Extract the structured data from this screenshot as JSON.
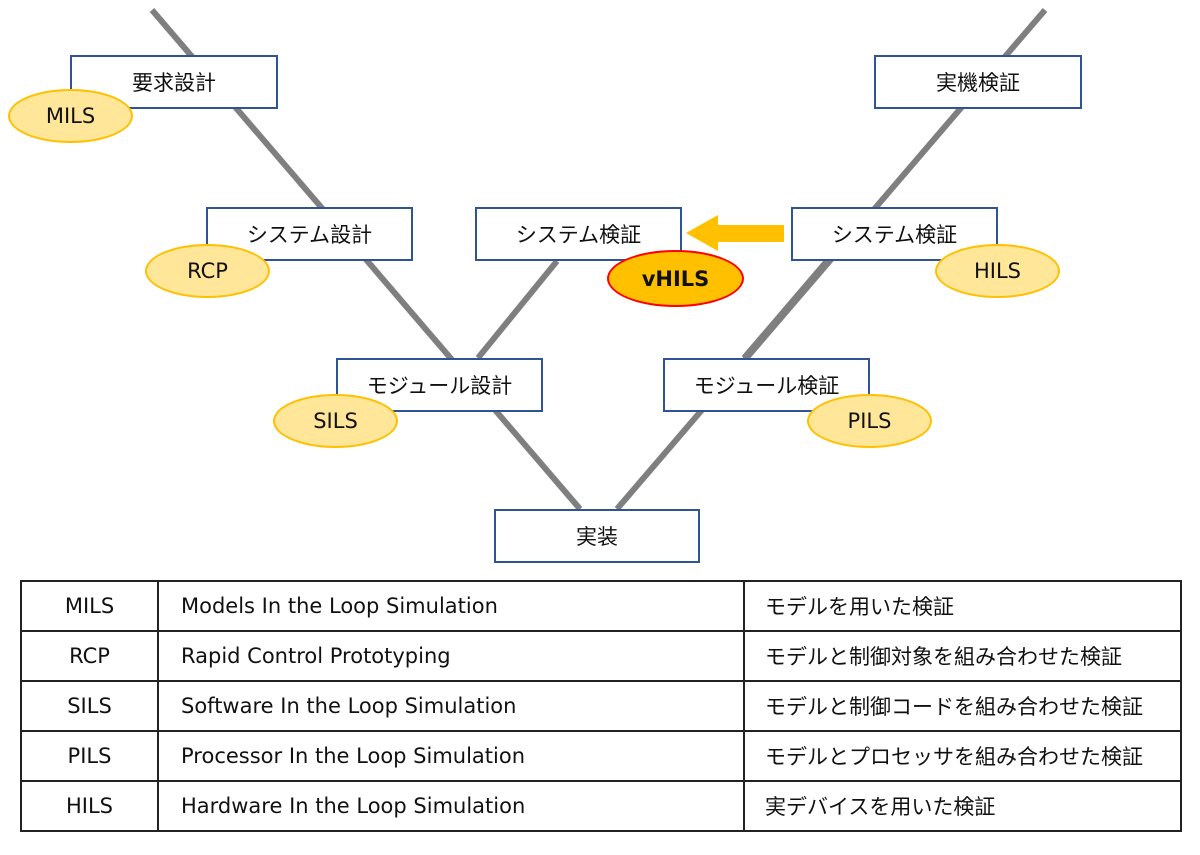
{
  "diagram": {
    "title": "V-model development process",
    "colors": {
      "line": "#7f7f7f",
      "box_border": "#2f5496",
      "oval_fill": "#ffe699",
      "oval_border": "#ffc000",
      "highlight_fill": "#ffc000",
      "highlight_border": "#ff0000",
      "arrow": "#ffc000"
    },
    "left_boxes": {
      "requirements_design": "要求設計",
      "system_design": "システム設計",
      "module_design": "モジュール設計"
    },
    "bottom_box": "実装",
    "right_boxes": {
      "real_machine_verification": "実機検証",
      "system_verification": "システム検証",
      "module_verification": "モジュール検証"
    },
    "center_box": "システム検証",
    "ovals": {
      "mils": "MILS",
      "rcp": "RCP",
      "sils": "SILS",
      "pils": "PILS",
      "hils": "HILS",
      "vhils": "vHILS"
    },
    "arrow": {
      "from": "システム検証 (HILS)",
      "to": "システム検証 (vHILS)",
      "direction": "left"
    }
  },
  "legend_table": {
    "rows": [
      {
        "abbr": "MILS",
        "full": "Models In the Loop Simulation",
        "desc": "モデルを用いた検証"
      },
      {
        "abbr": "RCP",
        "full": "Rapid Control Prototyping",
        "desc": "モデルと制御対象を組み合わせた検証"
      },
      {
        "abbr": "SILS",
        "full": "Software In the Loop Simulation",
        "desc": "モデルと制御コードを組み合わせた検証"
      },
      {
        "abbr": "PILS",
        "full": "Processor In the Loop Simulation",
        "desc": "モデルとプロセッサを組み合わせた検証"
      },
      {
        "abbr": "HILS",
        "full": "Hardware In the Loop Simulation",
        "desc": "実デバイスを用いた検証"
      }
    ]
  }
}
